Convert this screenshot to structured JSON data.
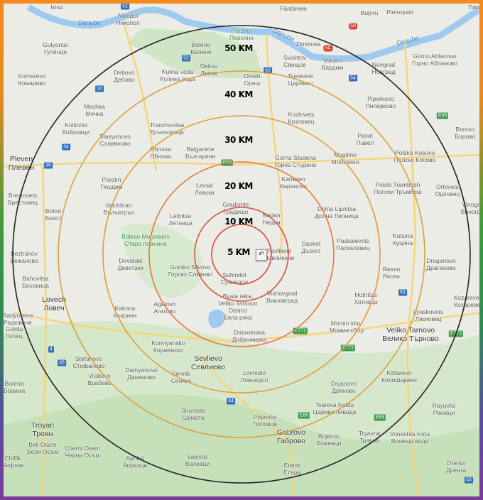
{
  "rings": [
    {
      "label": "5 KM",
      "radius_km": 5,
      "color": "#e0463a"
    },
    {
      "label": "10 KM",
      "radius_km": 10,
      "color": "#e0503a"
    },
    {
      "label": "20 KM",
      "radius_km": 20,
      "color": "#e8783a"
    },
    {
      "label": "30 KM",
      "radius_km": 30,
      "color": "#e39a3a"
    },
    {
      "label": "40 KM",
      "radius_km": 40,
      "color": "#d9a040"
    },
    {
      "label": "50 KM",
      "radius_km": 50,
      "color": "#222222"
    }
  ],
  "undo_icon": "↶",
  "rivers": [
    "Danube",
    "Danube",
    "Danube"
  ],
  "shields": [
    "52",
    "52",
    "52",
    "50",
    "5C",
    "54",
    "34",
    "34",
    "35",
    "E83",
    "E85",
    "E85",
    "53",
    "E772",
    "E772",
    "E772",
    "4",
    "35",
    "44",
    "E85",
    "55"
  ],
  "places": [
    [
      "Islaz",
      ""
    ],
    [
      "Nikopol",
      "Никопол"
    ],
    [
      "Fântânele",
      ""
    ],
    [
      "Bujoru",
      ""
    ],
    [
      "Pietroșani",
      ""
    ],
    [
      "Пир",
      ""
    ],
    [
      "Gulyantsi",
      "Гулянци"
    ],
    [
      "Persina",
      "Персина"
    ],
    [
      "Belene",
      "Белене"
    ],
    [
      "Zimnicea",
      ""
    ],
    [
      "Svishtov",
      "Свищов"
    ],
    [
      "Vardim",
      "Вардим"
    ],
    [
      "Novgrad",
      "Новград"
    ],
    [
      "Gorno Ablanovo",
      "Горно Абланово"
    ],
    [
      "Komarevo",
      "Комарево"
    ],
    [
      "Debovo",
      "Дебово"
    ],
    [
      "Kulina voda",
      "Кулина вода"
    ],
    [
      "Dekov",
      "Деков"
    ],
    [
      "Oresh",
      "Ореш"
    ],
    [
      "Tsarevets",
      "Царевец"
    ],
    [
      "Mechka",
      "Мечка"
    ],
    [
      "Piperkovo",
      "Пиперково"
    ],
    [
      "Koilovtsi",
      "Койловци"
    ],
    [
      "Tranchovitsa",
      "Трънчовица"
    ],
    [
      "Kozlovets",
      "Козловец"
    ],
    [
      "Pavel",
      "Павел"
    ],
    [
      "Borovo",
      "Борово"
    ],
    [
      "Slavyanovo",
      "Славяново"
    ],
    [
      "Obnova",
      "Обнова"
    ],
    [
      "Balgarene",
      "Българене"
    ],
    [
      "Gorna Studena",
      "Горна Студена"
    ],
    [
      "Mogilino",
      "Могилино"
    ],
    [
      "Polsko Kosovo",
      "Полско Косово"
    ],
    [
      "Pleven",
      "Плевен"
    ],
    [
      "Pordim",
      "Пордим"
    ],
    [
      "Levski",
      "Левски"
    ],
    [
      "Karaisen",
      "Караисен"
    ],
    [
      "Polski Trambesh",
      "Полски Тръмбеш"
    ],
    [
      "Orlovets",
      "Орловец"
    ],
    [
      "Vinogra",
      "Виногра"
    ],
    [
      "Brestovets",
      "Брестовец"
    ],
    [
      "Valchitran",
      "Вълчитрън"
    ],
    [
      "Bohot",
      "Бохот"
    ],
    [
      "Gradishte",
      "Градище"
    ],
    [
      "Nedan",
      "Недан"
    ],
    [
      "Dolna Lipnitsa",
      "Долна Липница"
    ],
    [
      "Letnitsa",
      "Летница"
    ],
    [
      "Balkan Mountains",
      "Стара планина"
    ],
    [
      "Paskalevets",
      "Паскалевец"
    ],
    [
      "Kutsina",
      "Куцина"
    ],
    [
      "Daskot",
      "Дъскот"
    ],
    [
      "Pavlikeni",
      "Павликени"
    ],
    [
      "Bezhanov",
      "Бежаново"
    ],
    [
      "Devetaki",
      "Деветаки"
    ],
    [
      "Gorsko Slivovo",
      "Горско Сливово"
    ],
    [
      "Suhindol",
      "Сухиндол"
    ],
    [
      "Draganovo",
      "Драганово"
    ],
    [
      "Resen",
      "Ресен"
    ],
    [
      "Bahovitsa",
      "Баховица"
    ],
    [
      "Byala reka, Veliko Tarnovo District",
      "Бяла река"
    ],
    [
      "Vishovgrad",
      "Вишовград"
    ],
    [
      "Hotnitsa",
      "Хотница"
    ],
    [
      "Kozarevets",
      "Козаревец"
    ],
    [
      "Radyuvene",
      "Радювене"
    ],
    [
      "Lovech",
      "Ловеч"
    ],
    [
      "Kakrina",
      "Къкрина"
    ],
    [
      "Agatovo",
      "Агатово"
    ],
    [
      "Lyaskovets",
      "Лясковец"
    ],
    [
      "Veliko Tarnovo",
      "Велико Търново"
    ],
    [
      "Dobromirka",
      "Добромирка"
    ],
    [
      "Momin sbor",
      "Момин сбор"
    ],
    [
      "Golets",
      "Голец"
    ],
    [
      "Kormyansko",
      "Кормянско"
    ],
    [
      "Sevlievo",
      "Севлиево"
    ],
    [
      "Stefanovo",
      "Стефаново"
    ],
    [
      "Vrabevo",
      "Врабево"
    ],
    [
      "Damyanovo",
      "Дамяново"
    ],
    [
      "Sennik",
      "Сенник"
    ],
    [
      "Lovnidol",
      "Ловнидол"
    ],
    [
      "Dryanovo",
      "Дряново"
    ],
    [
      "Kilifarevo",
      "Килифарево"
    ],
    [
      "Borima",
      "Борима"
    ],
    [
      "Tsareva livada",
      "Царева ливада"
    ],
    [
      "Rayuvtsi",
      "Раювци"
    ],
    [
      "Shumata",
      "Шумата"
    ],
    [
      "Popovtsi",
      "Поповци"
    ],
    [
      "Troyan",
      "Троян"
    ],
    [
      "Beli Osam",
      "Бели Осъм"
    ],
    [
      "Gabrovo",
      "Габрово"
    ],
    [
      "Bojentsi",
      "Боженци"
    ],
    [
      "Tryavna",
      "Трявна"
    ],
    [
      "Voneshta voda",
      "Вонеща вода"
    ],
    [
      "Chiflik",
      "Чифлик"
    ],
    [
      "Cherni Osam",
      "Черни Осъм"
    ],
    [
      "Apriltsi",
      "Априлци"
    ],
    [
      "Valevtsi",
      "Валевци"
    ],
    [
      "Drenta",
      "Дрента"
    ],
    [
      "Etarat",
      "Етъра"
    ]
  ]
}
